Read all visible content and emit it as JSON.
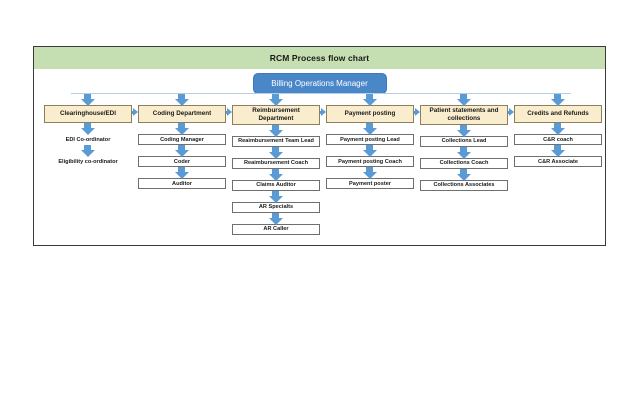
{
  "chart": {
    "title": "RCM Process flow chart",
    "manager": "Billing Operations Manager",
    "colors": {
      "title_bar": "#c6dfb2",
      "manager_box": "#4a87c8",
      "department_box": "#faedcd",
      "arrow": "#5b9bd5",
      "frame": "#3a3a3a"
    }
  },
  "columns": [
    {
      "department": "Clearinghouse/EDI",
      "roles": [
        {
          "label": "EDI Co-ordinator",
          "boxed": false
        },
        {
          "label": "Eligibility co-ordinator",
          "boxed": false
        }
      ]
    },
    {
      "department": "Coding Department",
      "roles": [
        {
          "label": "Coding Manager",
          "boxed": true
        },
        {
          "label": "Coder",
          "boxed": true
        },
        {
          "label": "Auditor",
          "boxed": true
        }
      ]
    },
    {
      "department": "Reimbursement Department",
      "roles": [
        {
          "label": "Reaimbursement Team Lead",
          "boxed": true
        },
        {
          "label": "Reaimbursement Coach",
          "boxed": true
        },
        {
          "label": "Claims Auditor",
          "boxed": true
        },
        {
          "label": "AR Specialts",
          "boxed": true
        },
        {
          "label": "AR Caller",
          "boxed": true
        }
      ]
    },
    {
      "department": "Payment posting",
      "roles": [
        {
          "label": "Payment posting Lead",
          "boxed": true
        },
        {
          "label": "Payment posting Coach",
          "boxed": true
        },
        {
          "label": "Payment poster",
          "boxed": true
        }
      ]
    },
    {
      "department": "Patient statements and collections",
      "roles": [
        {
          "label": "Collections Lead",
          "boxed": true
        },
        {
          "label": "Collections Coach",
          "boxed": true
        },
        {
          "label": "Collections Associates",
          "boxed": true
        }
      ]
    },
    {
      "department": "Credits and Refunds",
      "roles": [
        {
          "label": "C&R coach",
          "boxed": true
        },
        {
          "label": "C&R Associate",
          "boxed": true
        }
      ]
    }
  ]
}
